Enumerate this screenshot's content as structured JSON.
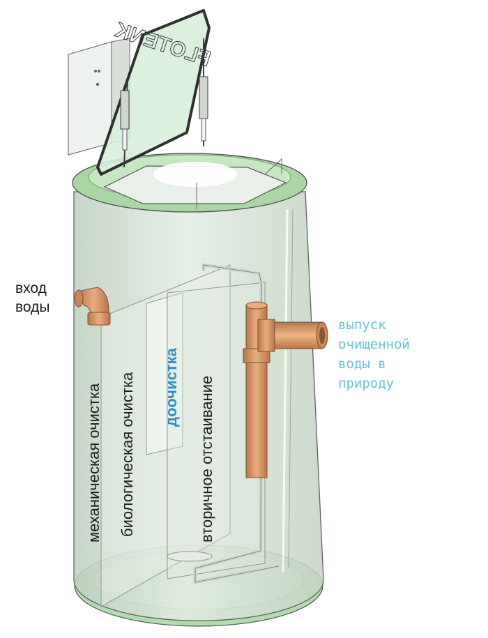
{
  "lid_text": "FLOTENK",
  "inlet_label": [
    "вход",
    "воды"
  ],
  "outlet_label": [
    "выпуск",
    "очищенной",
    "воды в",
    "природу"
  ],
  "stages": [
    {
      "label": "механическая очистка"
    },
    {
      "label": "биологическая очистка"
    },
    {
      "label": "доочистка"
    },
    {
      "label": "вторичное отстаивание"
    }
  ],
  "colors": {
    "tank": "#d6e6d6",
    "rim": "#a9d6a4",
    "pipe": "#d99a6b",
    "accent_text": "#2f8fc6",
    "outlet_text": "#66c4cf"
  }
}
